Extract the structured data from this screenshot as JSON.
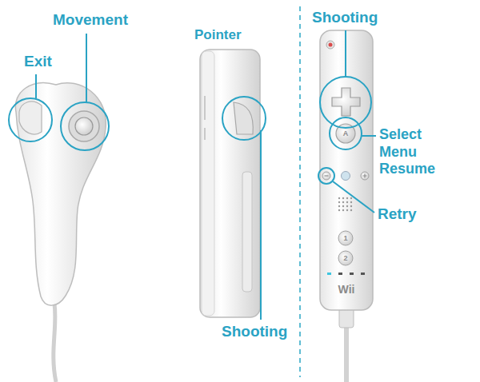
{
  "diagram": {
    "labels": [
      "Movement",
      "Shooting",
      "Exit",
      "Pointer",
      "Select Menu Resume",
      "Retry",
      "Shooting",
      "A",
      "1",
      "2",
      "Wii"
    ]
  }
}
